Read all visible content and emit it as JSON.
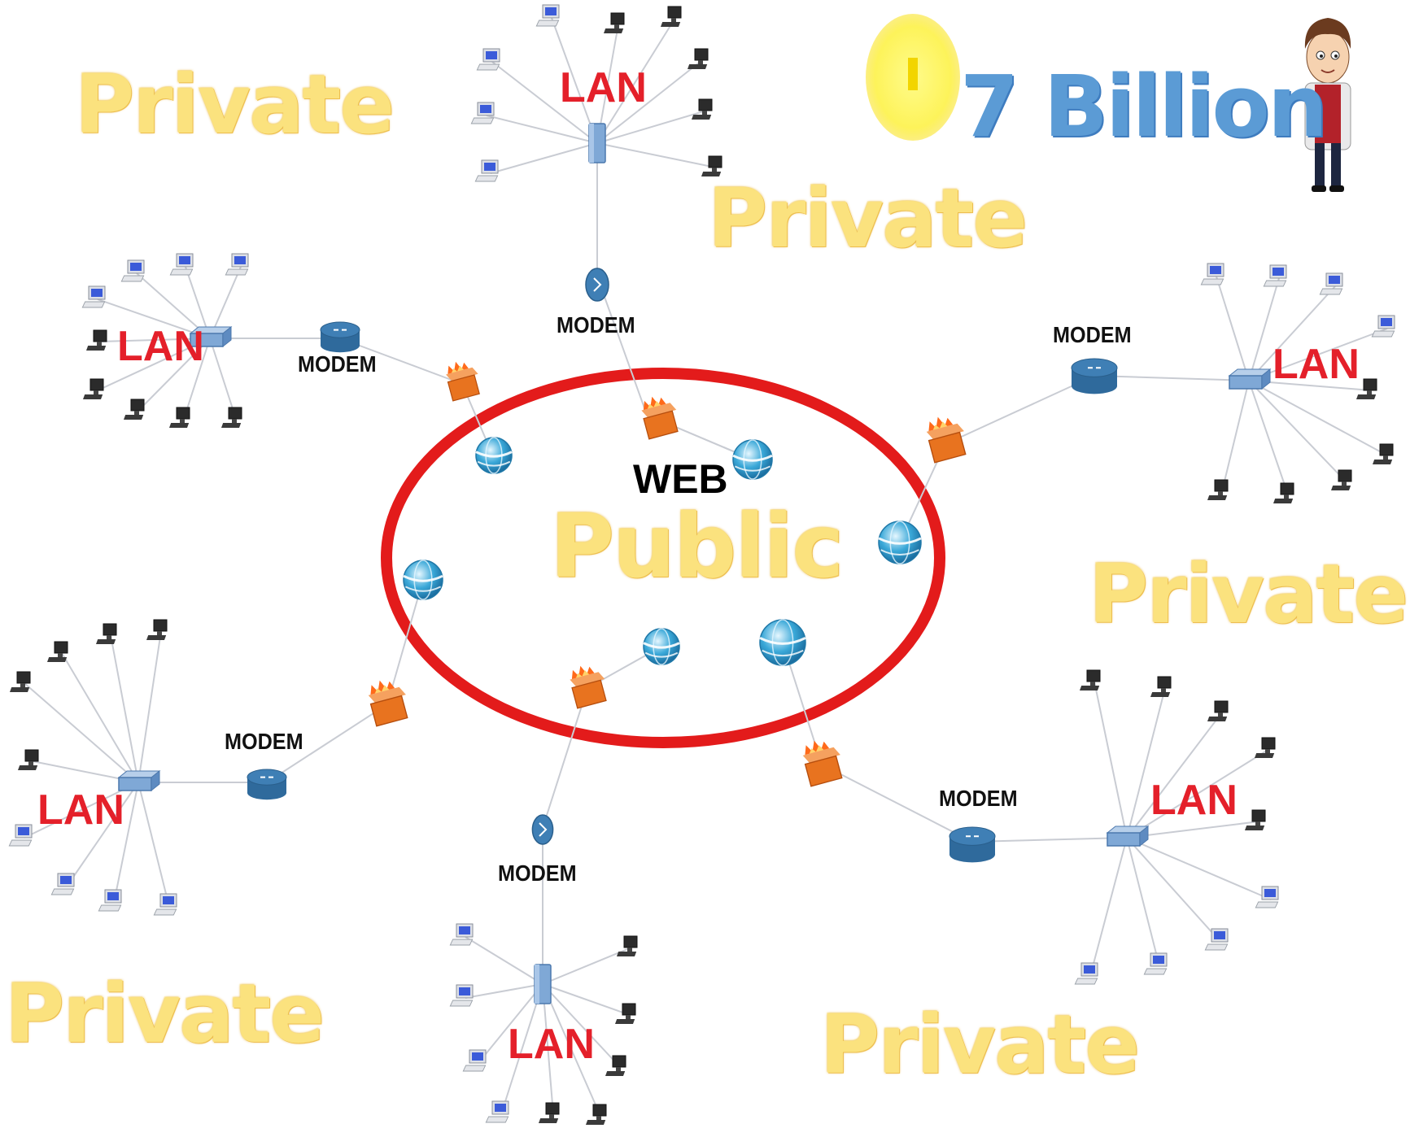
{
  "labels": {
    "private": "Private",
    "public": "Public",
    "web": "WEB",
    "lan": "LAN",
    "modem": "MODEM",
    "population": "7 Billion"
  },
  "colors": {
    "private_text": "#fbe27e",
    "lan_text": "#e4202a",
    "web_ellipse": "#e31b1b",
    "population_text": "#5b9bd5",
    "sun": "#fdf35a",
    "firewall": "#e8731f",
    "globe": "#3aa8d8",
    "switch": "#7fa8d6",
    "modem_device": "#3f7fb5",
    "link": "#c9ccd3"
  },
  "icons": [
    "sun-icon",
    "person-icon",
    "globe-icon",
    "firewall-icon",
    "modem-icon",
    "switch-icon",
    "computer-icon"
  ]
}
